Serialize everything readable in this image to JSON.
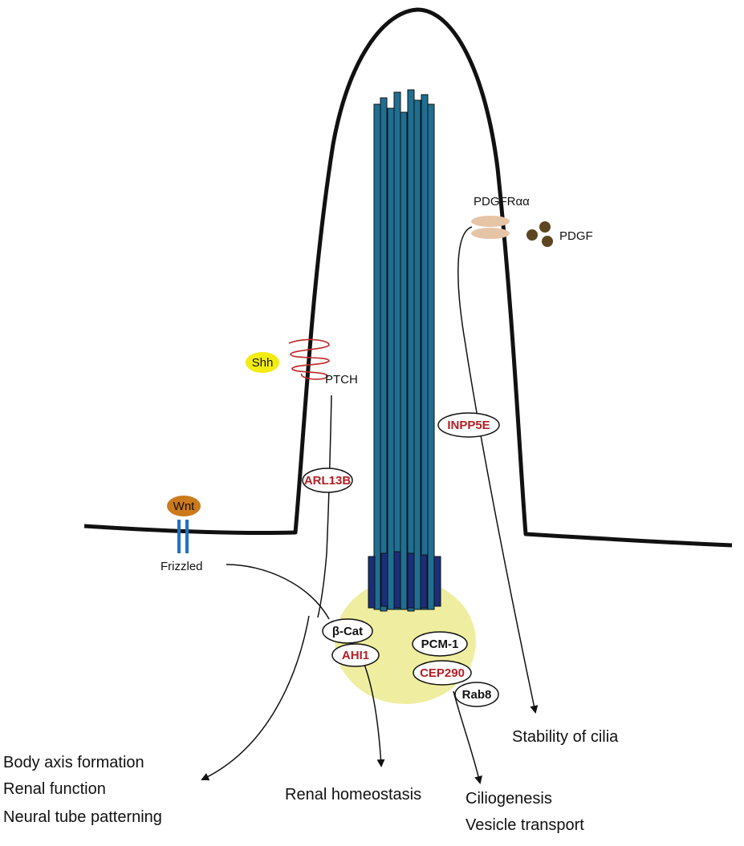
{
  "colors": {
    "membrane": "#111111",
    "microtubule": "#1f6f93",
    "basal_body": "#1a2e7a",
    "basal_region": "#efeea0",
    "ptch_coil": "#c0282a",
    "ciliopathy_protein_text": "#b22025",
    "normal_protein_text": "#111111",
    "shh": "#f2ec12",
    "wnt": "#cc7a1c",
    "frizzled": "#1e73c2",
    "pdgfr": "#e6c4a6",
    "pdgf": "#5c4520"
  },
  "labels": {
    "pdgfr": "PDGFRαα",
    "pdgf": "PDGF",
    "shh": "Shh",
    "ptch": "PTCH",
    "wnt": "Wnt",
    "frizzled": "Frizzled"
  },
  "proteins": {
    "inpp5e": "INPP5E",
    "arl13b": "ARL13B",
    "b_cat": "β-Cat",
    "ahi1": "AHI1",
    "pcm1": "PCM-1",
    "cep290": "CEP290",
    "rab8": "Rab8"
  },
  "outcomes": {
    "stability": "Stability of cilia",
    "body_axis": "Body axis formation",
    "renal_function": "Renal function",
    "neural_tube": "Neural tube patterning",
    "renal_homeostasis": "Renal homeostasis",
    "ciliogenesis": "Ciliogenesis",
    "vesicle_transport": "Vesicle transport"
  }
}
